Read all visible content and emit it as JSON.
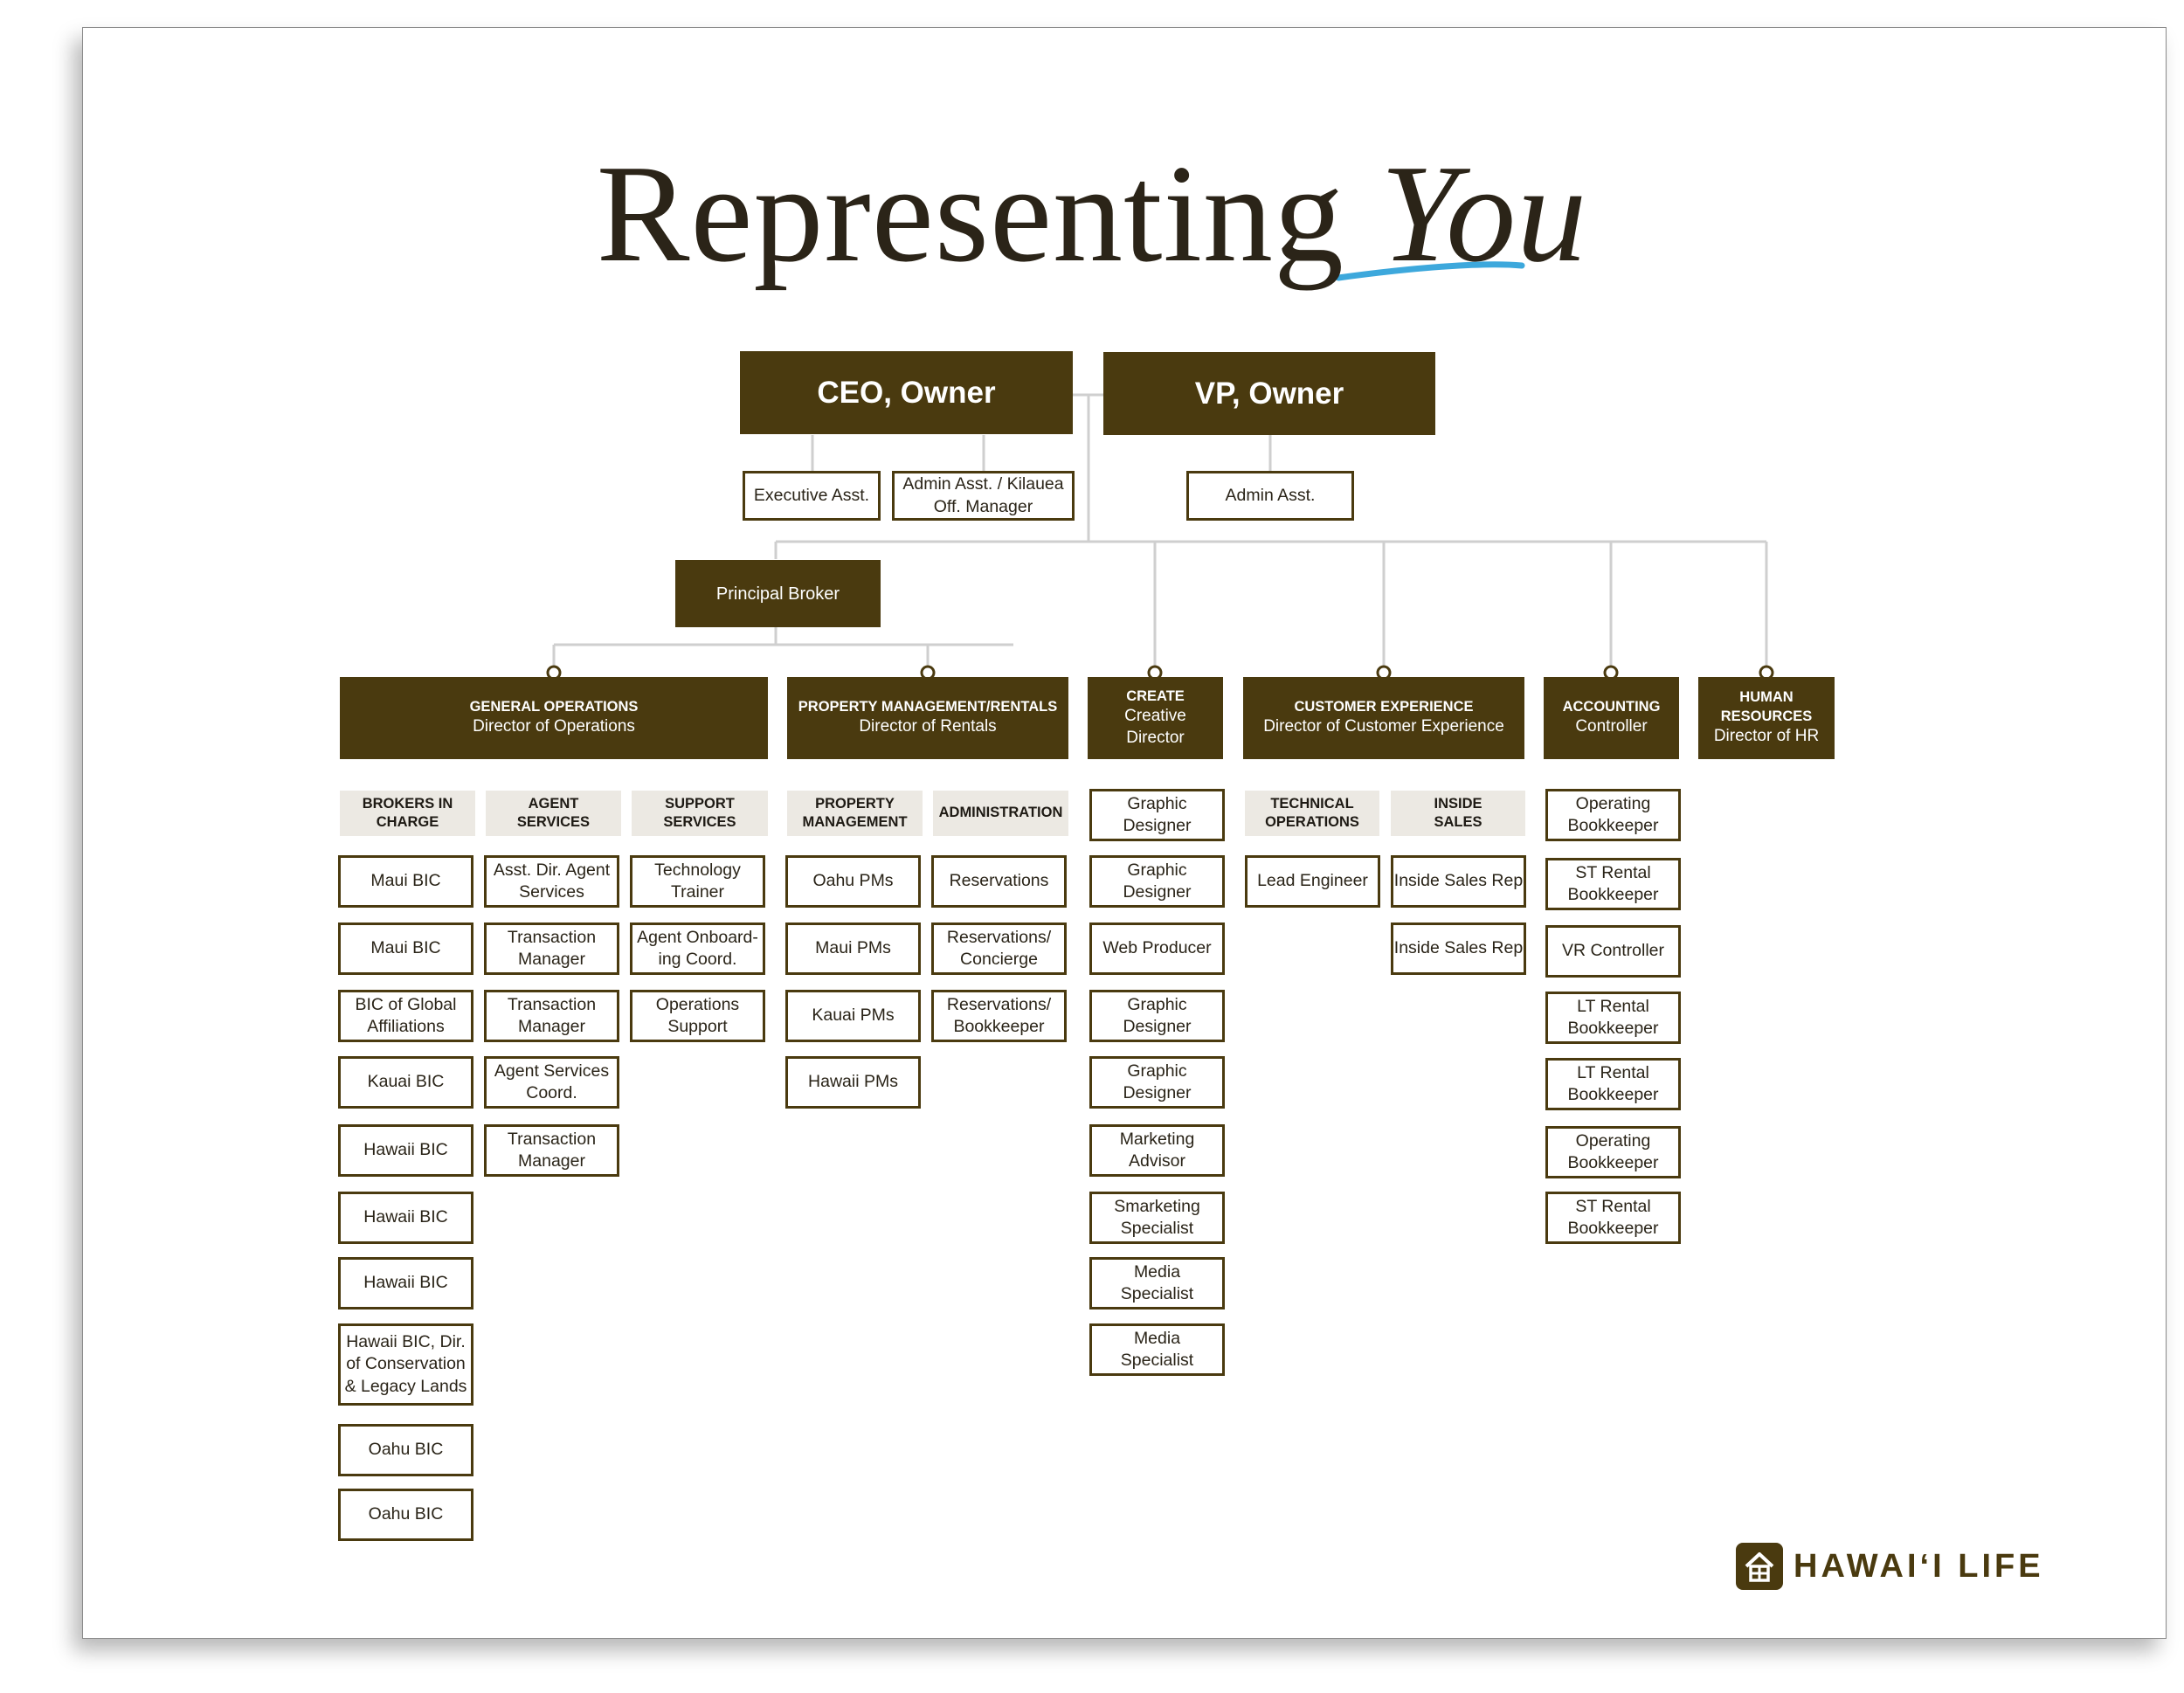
{
  "title": {
    "main": "Representing",
    "emphasis": "You"
  },
  "colors": {
    "brand": "#4a3a0f",
    "accent": "#3da8dc",
    "header_bg": "#ece9e3",
    "connector": "#cfcfcf"
  },
  "brand": {
    "name": "HAWAI‘I LIFE",
    "icon": "house-icon"
  },
  "executives": {
    "ceo": "CEO, Owner",
    "vp": "VP, Owner"
  },
  "assistants": {
    "executive_asst": "Executive Asst.",
    "admin_kilauea": "Admin Asst. / Kilauea\nOff. Manager",
    "vp_admin": "Admin Asst."
  },
  "principal_broker": "Principal Broker",
  "departments": {
    "general_operations": {
      "title": "GENERAL OPERATIONS",
      "subtitle": "Director of Operations"
    },
    "property_management": {
      "title": "PROPERTY MANAGEMENT/RENTALS",
      "subtitle": "Director of Rentals"
    },
    "create": {
      "title": "CREATE",
      "subtitle": "Creative\nDirector"
    },
    "customer_experience": {
      "title": "CUSTOMER EXPERIENCE",
      "subtitle": "Director of Customer Experience"
    },
    "accounting": {
      "title": "ACCOUNTING",
      "subtitle": "Controller"
    },
    "human_resources": {
      "title": "HUMAN\nRESOURCES",
      "subtitle": "Director of HR"
    }
  },
  "groups": {
    "brokers": {
      "label": "BROKERS IN\nCHARGE",
      "items": [
        "Maui BIC",
        "Maui BIC",
        "BIC of Global\nAffiliations",
        "Kauai BIC",
        "Hawaii BIC",
        "Hawaii BIC",
        "Hawaii BIC",
        "Hawaii BIC, Dir.\nof Conservation\n& Legacy Lands",
        "Oahu BIC",
        "Oahu BIC"
      ]
    },
    "agent": {
      "label": "AGENT\nSERVICES",
      "items": [
        "Asst. Dir. Agent\nServices",
        "Transaction\nManager",
        "Transaction\nManager",
        "Agent Services\nCoord.",
        "Transaction\nManager"
      ]
    },
    "support": {
      "label": "SUPPORT\nSERVICES",
      "items": [
        "Technology\nTrainer",
        "Agent Onboard-\ning Coord.",
        "Operations\nSupport"
      ]
    },
    "pm": {
      "label": "PROPERTY\nMANAGEMENT",
      "items": [
        "Oahu PMs",
        "Maui PMs",
        "Kauai PMs",
        "Hawaii PMs"
      ]
    },
    "admin": {
      "label": "ADMINISTRATION",
      "items": [
        "Reservations",
        "Reservations/\nConcierge",
        "Reservations/\nBookkeeper"
      ]
    },
    "create": {
      "items": [
        "Graphic\nDesigner",
        "Graphic\nDesigner",
        "Web Producer",
        "Graphic\nDesigner",
        "Graphic\nDesigner",
        "Marketing\nAdvisor",
        "Smarketing\nSpecialist",
        "Media\nSpecialist",
        "Media\nSpecialist"
      ]
    },
    "tech": {
      "label": "TECHNICAL\nOPERATIONS",
      "items": [
        "Lead Engineer"
      ]
    },
    "sales": {
      "label": "INSIDE\nSALES",
      "items": [
        "Inside Sales Rep",
        "Inside Sales Rep"
      ]
    },
    "accounting": {
      "items": [
        "Operating\nBookkeeper",
        "ST Rental\nBookkeeper",
        "VR Controller",
        "LT Rental\nBookkeeper",
        "LT Rental\nBookkeeper",
        "Operating\nBookkeeper",
        "ST Rental\nBookkeeper"
      ]
    }
  }
}
